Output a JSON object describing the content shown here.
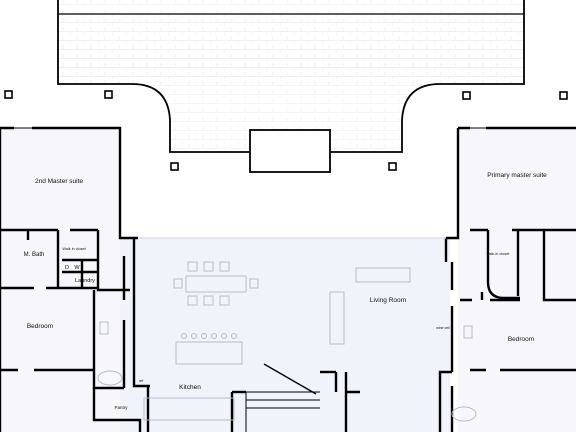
{
  "rooms": {
    "second_master": "2nd Master suite",
    "primary_master": "Primary master suite",
    "m_bath": "M. Bath",
    "walk_in_left": "Walk in closet",
    "d": "D",
    "w": "W",
    "laundry": "Laundry",
    "bedroom_left": "Bedroom",
    "living_room": "Living Room",
    "walk_in_right": "walk-in closet",
    "bedroom_right": "Bedroom",
    "kitchen": "Kitchen",
    "pantry": "Pantry",
    "ref": "ref",
    "wine": "wine cell"
  },
  "colors": {
    "wall": "#000000",
    "interior_fill": "#f1f3fb",
    "furniture": "#b7bcc9",
    "tile": "#e6e6e6"
  }
}
